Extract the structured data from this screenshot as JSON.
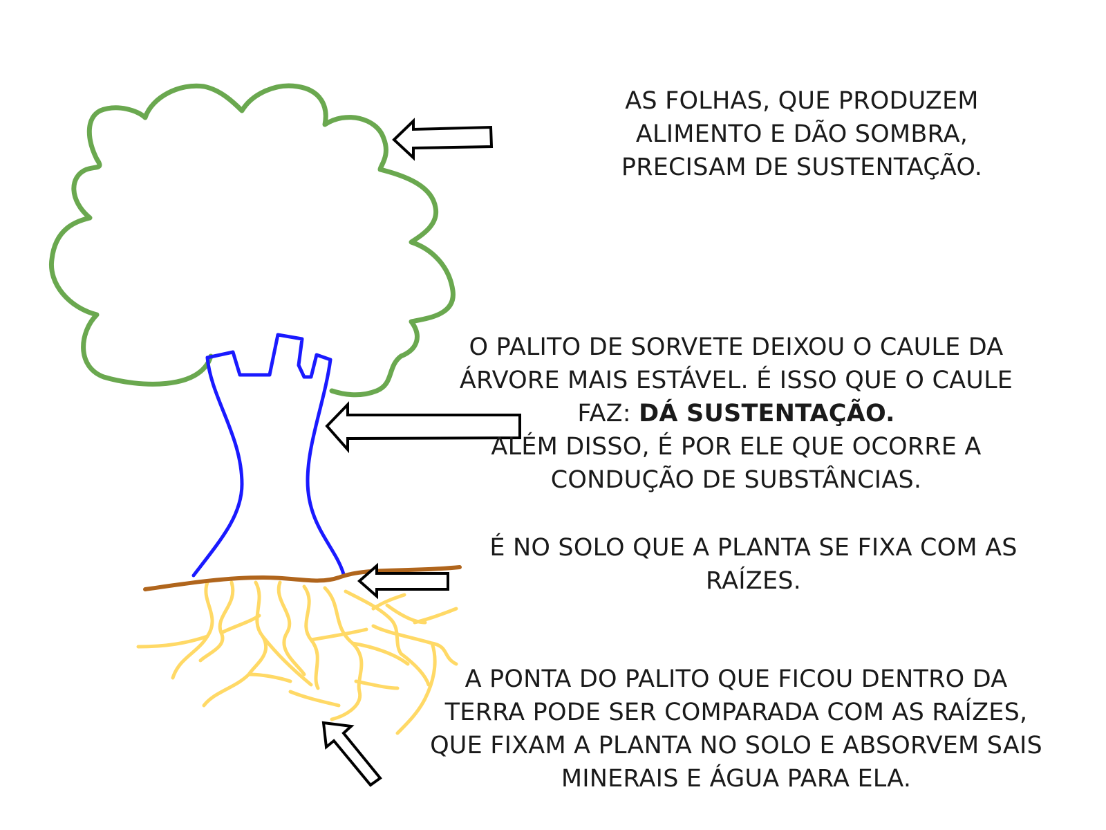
{
  "captions": {
    "leaves": {
      "lines": [
        "AS FOLHAS, QUE PRODUZEM",
        "ALIMENTO E DÃO SOMBRA,",
        "PRECISAM DE SUSTENTAÇÃO."
      ]
    },
    "stem": {
      "line1": "O PALITO DE SORVETE DEIXOU O CAULE DA",
      "line2": "ÁRVORE MAIS ESTÁVEL. É ISSO QUE O CAULE",
      "line3_prefix": "FAZ: ",
      "line3_bold": "DÁ SUSTENTAÇÃO.",
      "line4": "ALÉM DISSO, É POR ELE QUE OCORRE A",
      "line5": "CONDUÇÃO DE SUBSTÂNCIAS."
    },
    "soil": {
      "lines": [
        "É NO SOLO QUE A PLANTA SE FIXA COM AS",
        "RAÍZES."
      ]
    },
    "roots": {
      "lines": [
        "A PONTA DO PALITO QUE FICOU DENTRO DA",
        "TERRA PODE SER COMPARADA COM AS RAÍZES,",
        "QUE FIXAM A PLANTA NO SOLO E ABSORVEM SAIS",
        "MINERAIS E ÁGUA PARA ELA."
      ]
    }
  },
  "colors": {
    "canopy": "#6aa84f",
    "trunk": "#1a1aff",
    "soil": "#b0651c",
    "roots": "#ffd966",
    "arrow": "#000000"
  }
}
